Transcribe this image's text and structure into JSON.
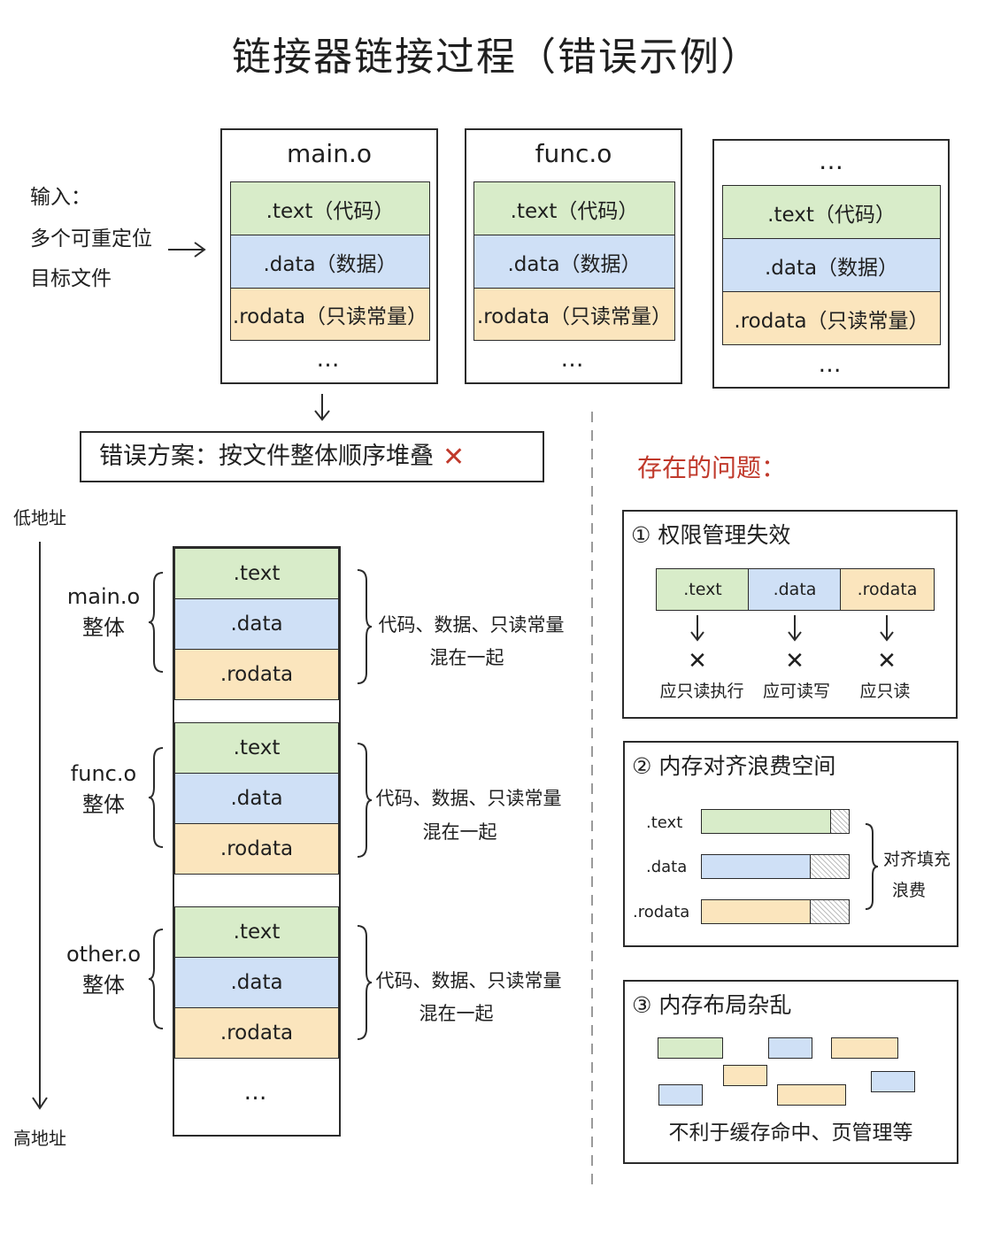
{
  "title": "链接器链接过程（错误示例）",
  "input_label": {
    "line1": "输入：",
    "line2": "多个可重定位",
    "line3": "目标文件"
  },
  "objects": [
    {
      "name": "main.o",
      "sections": [
        ".text（代码）",
        ".data（数据）",
        ".rodata（只读常量）"
      ],
      "ellipsis": "…"
    },
    {
      "name": "func.o",
      "sections": [
        ".text（代码）",
        ".data（数据）",
        ".rodata（只读常量）"
      ],
      "ellipsis": "…"
    },
    {
      "name": "…",
      "sections": [
        ".text（代码）",
        ".data（数据）",
        ".rodata（只读常量）"
      ],
      "ellipsis": "…"
    }
  ],
  "wrong_scheme": {
    "label": "错误方案：按文件整体顺序堆叠",
    "mark": "✕"
  },
  "address": {
    "low": "低地址",
    "high": "高地址"
  },
  "stack_groups": [
    {
      "name": "main.o",
      "sub": "整体",
      "sections": [
        ".text",
        ".data",
        ".rodata"
      ],
      "note1": "代码、数据、只读常量",
      "note2": "混在一起"
    },
    {
      "name": "func.o",
      "sub": "整体",
      "sections": [
        ".text",
        ".data",
        ".rodata"
      ],
      "note1": "代码、数据、只读常量",
      "note2": "混在一起"
    },
    {
      "name": "other.o",
      "sub": "整体",
      "sections": [
        ".text",
        ".data",
        ".rodata"
      ],
      "note1": "代码、数据、只读常量",
      "note2": "混在一起"
    }
  ],
  "stack_ellipsis": "…",
  "problems": {
    "heading": "存在的问题：",
    "p1": {
      "title": "① 权限管理失效",
      "sections": [
        ".text",
        ".data",
        ".rodata"
      ],
      "mark": "✕",
      "results": [
        "应只读执行",
        "应可读写",
        "应只读"
      ]
    },
    "p2": {
      "title": "② 内存对齐浪费空间",
      "rows": [
        {
          "label": ".text",
          "fill": 0.88
        },
        {
          "label": ".data",
          "fill": 0.74
        },
        {
          "label": ".rodata",
          "fill": 0.74
        }
      ],
      "note1": "对齐填充",
      "note2": "浪费"
    },
    "p3": {
      "title": "③ 内存布局杂乱",
      "caption": "不利于缓存命中、页管理等"
    }
  },
  "colors": {
    "text": "#d8ecc9",
    "data": "#cfe0f6",
    "rodata": "#fbe5bd",
    "cross": "#c0392b"
  }
}
